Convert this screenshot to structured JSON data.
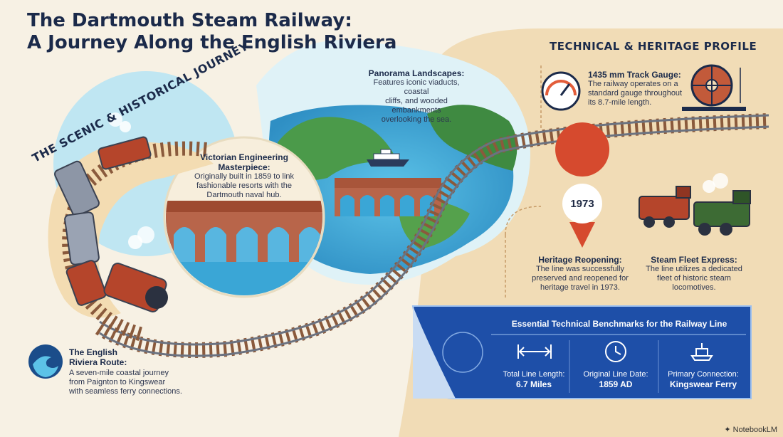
{
  "title": {
    "line1": "The Dartmouth Steam Railway:",
    "line2": "A Journey Along the English Riviera"
  },
  "scenic_heading": "THE SCENIC & HISTORICAL JOURNEY",
  "technical_heading": "TECHNICAL & HERITAGE PROFILE",
  "panorama": {
    "title": "Panorama Landscapes:",
    "body_lines": [
      "Features iconic viaducts, coastal",
      "cliffs, and wooded embankments",
      "overlooking the sea."
    ]
  },
  "victorian": {
    "title_lines": [
      "Victorian Engineering",
      "Masterpiece:"
    ],
    "body_lines": [
      "Originally built in 1859 to link",
      "fashionable resorts with the",
      "Dartmouth naval hub."
    ]
  },
  "riviera": {
    "title_lines": [
      "The English",
      "Riviera Route:"
    ],
    "body_lines": [
      "A seven-mile coastal journey",
      "from Paignton to Kingswear",
      "with seamless ferry connections."
    ]
  },
  "gauge": {
    "title": "1435 mm Track Gauge:",
    "body_lines": [
      "The railway operates on a",
      "standard gauge throughout",
      "its 8.7-mile length."
    ]
  },
  "reopening": {
    "badge": "1973",
    "title": "Heritage Reopening:",
    "body_lines": [
      "The line was successfully",
      "preserved and reopened for",
      "heritage travel in 1973."
    ]
  },
  "fleet": {
    "title": "Steam Fleet Express:",
    "body_lines": [
      "The line utilizes a dedicated",
      "fleet of historic steam",
      "locomotives."
    ]
  },
  "benchmarks": {
    "heading": "Essential Technical Benchmarks for the Railway Line",
    "items": [
      {
        "label": "Total Line Length:",
        "value": "6.7 Miles",
        "icon": "double-arrow-icon"
      },
      {
        "label": "Original Line Date:",
        "value": "1859 AD",
        "icon": "clock-icon"
      },
      {
        "label": "Primary Connection:",
        "value": "Kingswear Ferry",
        "icon": "ship-icon"
      }
    ]
  },
  "footer": "NotebookLM",
  "colors": {
    "navy": "#1b2a4a",
    "sea": "#3aa6d6",
    "sand": "#f0d9b0",
    "blueprint": "#1e4fa8",
    "loco_red": "#b5452b",
    "loco_green": "#3d6b34"
  }
}
